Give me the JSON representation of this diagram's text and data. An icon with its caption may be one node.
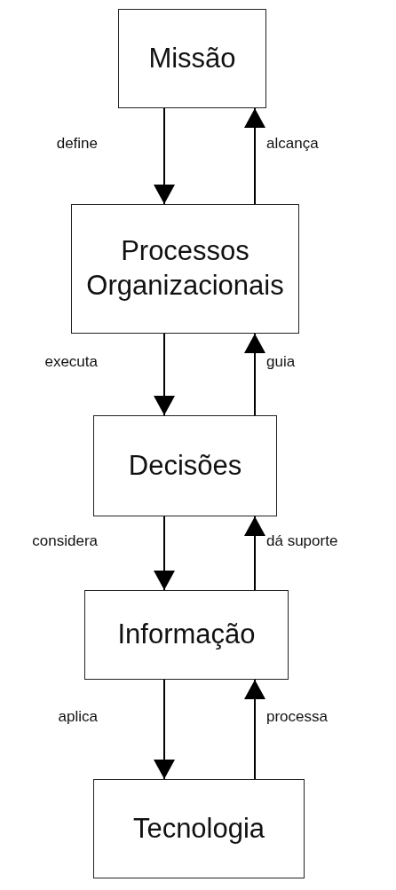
{
  "diagram": {
    "nodes": [
      {
        "text": [
          "Missão"
        ]
      },
      {
        "text": [
          "Processos Organizacionais"
        ]
      },
      {
        "text": [
          "Decisões"
        ]
      },
      {
        "text": [
          "Informação"
        ]
      },
      {
        "text": [
          "Tecnologia"
        ]
      }
    ],
    "edges": [
      {
        "from": 0,
        "to": 1,
        "arrow": "to",
        "label": "define"
      },
      {
        "from": 1,
        "to": 0,
        "arrow": "to",
        "label": "alcança"
      },
      {
        "from": 1,
        "to": 2,
        "arrow": "to",
        "label": "executa"
      },
      {
        "from": 2,
        "to": 1,
        "arrow": "to",
        "label": "guia"
      },
      {
        "from": 2,
        "to": 3,
        "arrow": "to",
        "label": "considera"
      },
      {
        "from": 3,
        "to": 2,
        "arrow": "to",
        "label": "dá suporte"
      },
      {
        "from": 3,
        "to": 4,
        "arrow": "to",
        "label": "aplica"
      },
      {
        "from": 4,
        "to": 3,
        "arrow": "to",
        "label": "processa"
      }
    ]
  }
}
